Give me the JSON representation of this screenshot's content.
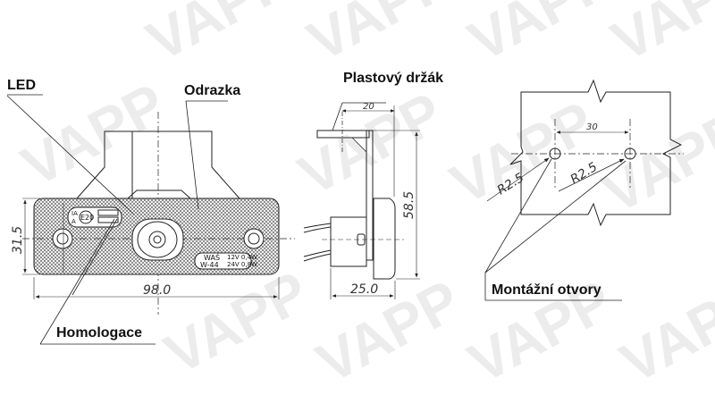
{
  "watermark": {
    "text": "VAPP",
    "color": "#ececec"
  },
  "front_view": {
    "labels": {
      "led": "LED",
      "reflector": "Odrazka",
      "homologation": "Homologace"
    },
    "dimensions": {
      "width": "98.0",
      "height": "31.5"
    },
    "emblem": {
      "ia": "IA",
      "a": "A",
      "approval": "E20"
    },
    "marking": {
      "maker": "WAŚ",
      "model": "W-44",
      "rating_12v": "12V 0,4W",
      "rating_24v": "24V 0,8W"
    }
  },
  "side_view": {
    "labels": {
      "bracket": "Plastový držák"
    },
    "dimensions": {
      "bracket_offset": "20",
      "total_height": "58.5",
      "depth": "25.0"
    }
  },
  "mounting_view": {
    "labels": {
      "holes": "Montážní otvory"
    },
    "dimensions": {
      "hole_spacing": "30",
      "radius_left": "R2.5",
      "radius_right": "R2.5"
    }
  },
  "colors": {
    "line": "#222222",
    "text": "#111111",
    "background": "#ffffff"
  }
}
